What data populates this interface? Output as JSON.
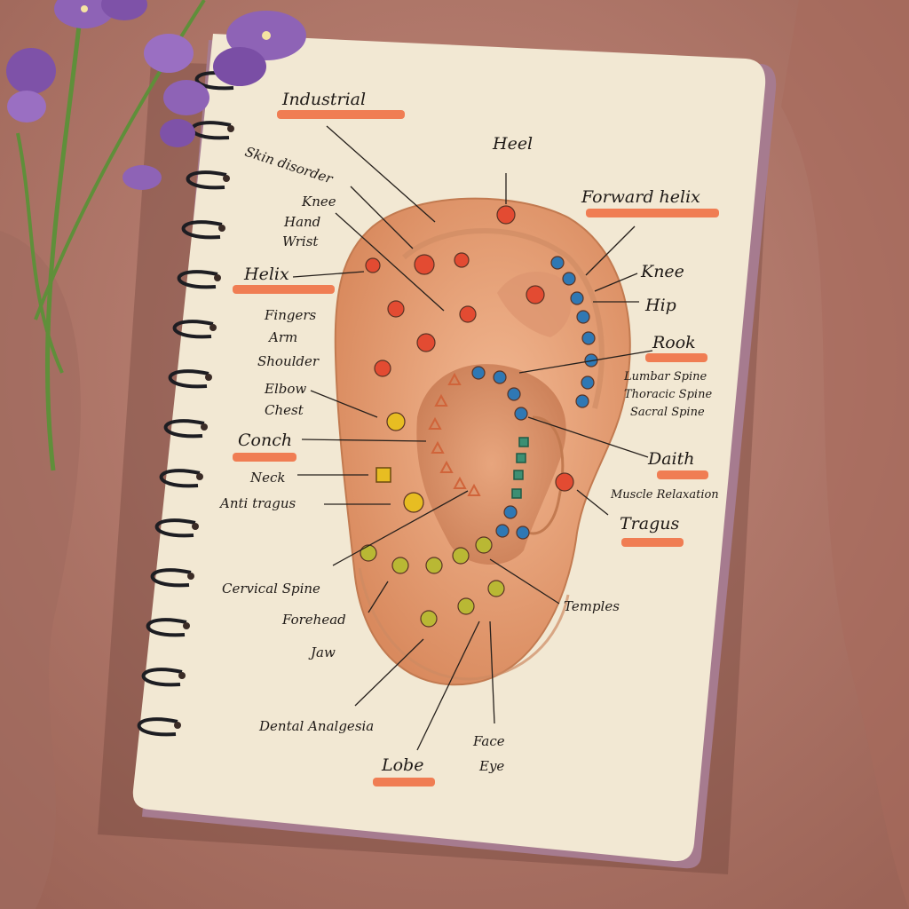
{
  "labels": {
    "industrial": "Industrial",
    "skin_disorder": "Skin disorder",
    "heel": "Heel",
    "forward_helix": "Forward helix",
    "knee_left": "Knee",
    "hand": "Hand",
    "wrist": "Wrist",
    "helix": "Helix",
    "fingers": "Fingers",
    "arm": "Arm",
    "shoulder": "Shoulder",
    "elbow": "Elbow",
    "chest": "Chest",
    "conch": "Conch",
    "neck": "Neck",
    "anti_tragus": "Anti tragus",
    "cervical_spine": "Cervical Spine",
    "forehead": "Forehead",
    "jaw": "Jaw",
    "dental_analgesia": "Dental Analgesia",
    "lobe": "Lobe",
    "face": "Face",
    "eye": "Eye",
    "temples": "Temples",
    "tragus": "Tragus",
    "muscle_relaxation": "Muscle Relaxation",
    "daith": "Daith",
    "rook": "Rook",
    "lumbar_spine": "Lumbar Spine",
    "thoracic_spine": "Thoracic Spine",
    "sacral_spine": "Sacral Spine",
    "hip": "Hip",
    "knee_right": "Knee"
  },
  "colors": {
    "cloth": "#b57c70",
    "paper": "#f2e8d3",
    "ear_skin": "#e8a37a",
    "ear_inner": "#d98e66",
    "red_point": "#e34b32",
    "blue_point": "#2f78b4",
    "yellow_point": "#e7bd22",
    "olive_point": "#b9b834",
    "teal_point": "#3d8f73",
    "highlighter": "#f06a3c",
    "flower": "#8e63b6"
  },
  "icons": {
    "spiral_binding": "spiral-ring",
    "flower": "violet-flower"
  }
}
